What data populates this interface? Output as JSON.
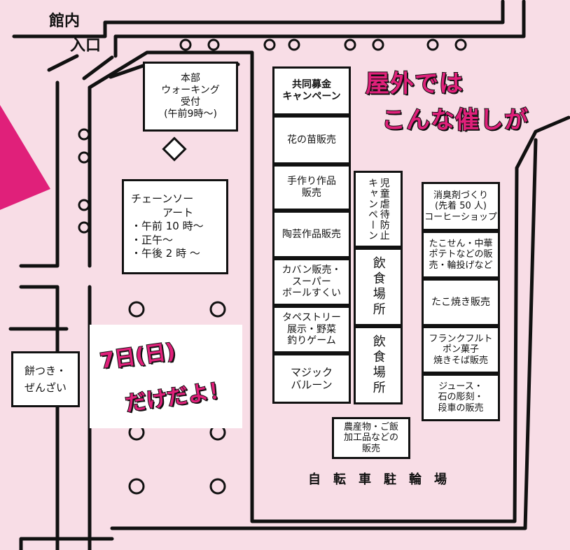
{
  "entrance": {
    "line1": "館内",
    "line2": "入口"
  },
  "promo": {
    "line1": "屋外では",
    "line2": "こんな催しが"
  },
  "sticker": {
    "line1": "7日(日)",
    "line2": "だけだよ！"
  },
  "booths": {
    "hq": "本部\nウォーキング\n受付\n(午前9時～)",
    "chainsaw": "チェーンソー\n　　　アート\n・午前 10 時～\n・正午～\n・午後 2 時 ～",
    "mochi": "餅つき・\nぜんざい",
    "fundraising": "共同募金\nキャンペーン",
    "seedlings": "花の苗販売",
    "handmade": "手作り作品\n販売",
    "abuse": "児童虐待防止キャンペーン",
    "pottery": "陶芸作品販売",
    "bags": "カバン販売・\nスーパー\nボールすくい",
    "eating1": "飲食場所",
    "tapestry": "タペストリー\n展示・野菜\n釣りゲーム",
    "eating2": "飲食場所",
    "magic": "マジック\nバルーン",
    "farm": "農産物・ご飯\n加工品などの\n販売",
    "deodorant": "消臭剤づくり\n(先着 50 人)\nコーヒーショップ",
    "tacosen": "たこせん・中華\nポテトなどの販\n売・輪投げなど",
    "takoyaki": "たこ焼き販売",
    "frankfurt": "フランクフルト\nポン菓子\n焼きそば販売",
    "juice": "ジュース・\n石の彫刻・\n段車の販売"
  },
  "bicycle_parking": "自転車駐輪場",
  "colors": {
    "background": "#f8dde6",
    "accent": "#e0207a",
    "line": "#111111"
  }
}
